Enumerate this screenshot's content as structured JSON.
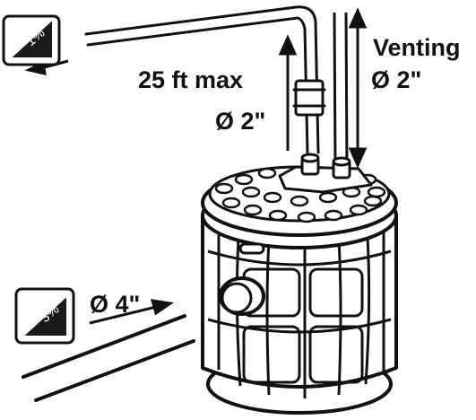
{
  "labels": {
    "discharge_length": "25 ft max",
    "discharge_diameter": "Ø 2\"",
    "venting": "Venting",
    "venting_diameter": "Ø 2\"",
    "inlet_diameter": "Ø 4\""
  },
  "slopes": {
    "discharge": "1%",
    "inlet": "3%"
  },
  "colors": {
    "line": "#111111",
    "badge": "#1a1a1a",
    "tank_fill": "#ffffff"
  }
}
